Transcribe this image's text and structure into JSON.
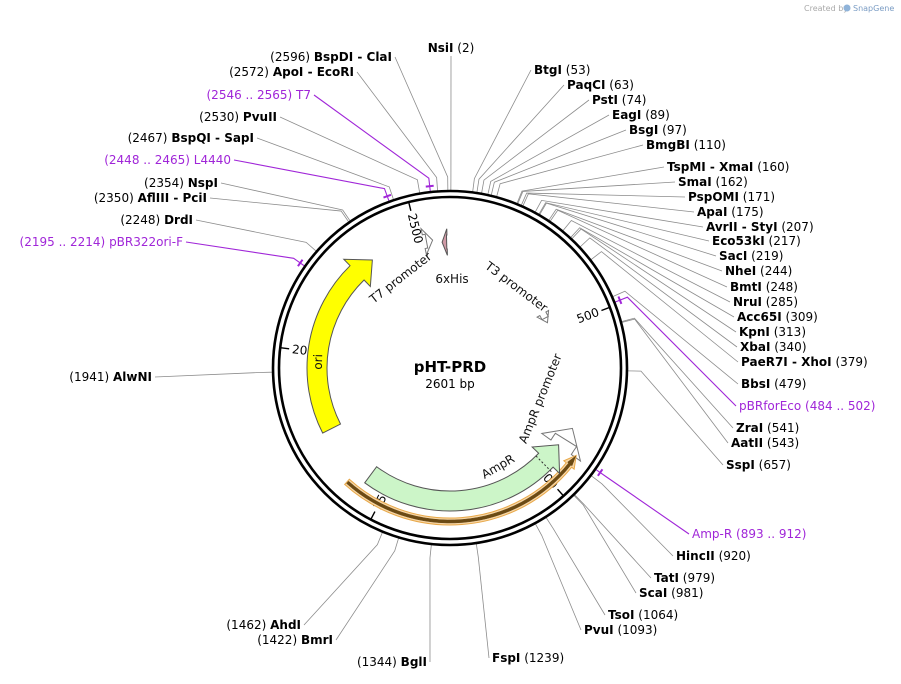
{
  "header": {
    "credit_prefix": "Created by",
    "credit_brand": "SnapGene"
  },
  "plasmid": {
    "name": "pHT-PRD",
    "size_label": "2601 bp",
    "length": 2601
  },
  "ticks": [
    {
      "pos": 500,
      "label": "500"
    },
    {
      "pos": 1000,
      "label": "1000"
    },
    {
      "pos": 1500,
      "label": "1500"
    },
    {
      "pos": 2000,
      "label": "2000"
    },
    {
      "pos": 2500,
      "label": "2500"
    }
  ],
  "features": [
    {
      "name": "T7 promoter",
      "type": "promoter",
      "start": 2529,
      "end": 2547,
      "color": "#ffffff",
      "stroke": "#777777"
    },
    {
      "name": "6xHis",
      "type": "tag",
      "start": 2590,
      "end": 2601,
      "color": "#d09aa6",
      "stroke": "#555555"
    },
    {
      "name": "T3 promoter",
      "type": "promoter",
      "start": 455,
      "end": 474,
      "color": "#ffffff",
      "stroke": "#777777"
    },
    {
      "name": "AmpR promoter",
      "type": "promoter",
      "start": 800,
      "end": 904,
      "color": "#ffffff",
      "stroke": "#777777"
    },
    {
      "name": "AmpR",
      "type": "cds",
      "start": 905,
      "end": 1565,
      "color": "#ccf5c8",
      "stroke": "#555555"
    },
    {
      "name": "ori",
      "type": "ori",
      "start": 1755,
      "end": 2343,
      "color": "#ffff00",
      "stroke": "#555555"
    }
  ],
  "sites": [
    {
      "name": "NsiI",
      "pos": 2,
      "label_pos": "(2)"
    },
    {
      "name": "BtgI",
      "pos": 53,
      "label_pos": "(53)"
    },
    {
      "name": "PaqCI",
      "pos": 63,
      "label_pos": "(63)"
    },
    {
      "name": "PstI",
      "pos": 74,
      "label_pos": "(74)"
    },
    {
      "name": "EagI",
      "pos": 89,
      "label_pos": "(89)"
    },
    {
      "name": "BsgI",
      "pos": 97,
      "label_pos": "(97)"
    },
    {
      "name": "BmgBI",
      "pos": 110,
      "label_pos": "(110)"
    },
    {
      "name": "TspMI - XmaI",
      "pos": 160,
      "label_pos": "(160)"
    },
    {
      "name": "SmaI",
      "pos": 162,
      "label_pos": "(162)"
    },
    {
      "name": "PspOMI",
      "pos": 171,
      "label_pos": "(171)"
    },
    {
      "name": "ApaI",
      "pos": 175,
      "label_pos": "(175)"
    },
    {
      "name": "AvrII - StyI",
      "pos": 207,
      "label_pos": "(207)"
    },
    {
      "name": "Eco53kI",
      "pos": 217,
      "label_pos": "(217)"
    },
    {
      "name": "SacI",
      "pos": 219,
      "label_pos": "(219)"
    },
    {
      "name": "NheI",
      "pos": 244,
      "label_pos": "(244)"
    },
    {
      "name": "BmtI",
      "pos": 248,
      "label_pos": "(248)"
    },
    {
      "name": "NruI",
      "pos": 285,
      "label_pos": "(285)"
    },
    {
      "name": "Acc65I",
      "pos": 309,
      "label_pos": "(309)"
    },
    {
      "name": "KpnI",
      "pos": 313,
      "label_pos": "(313)"
    },
    {
      "name": "XbaI",
      "pos": 340,
      "label_pos": "(340)"
    },
    {
      "name": "PaeR7I - XhoI",
      "pos": 379,
      "label_pos": "(379)"
    },
    {
      "name": "BbsI",
      "pos": 479,
      "label_pos": "(479)"
    },
    {
      "name": "pBRforEco",
      "pos": 493,
      "label_pos": "(484 .. 502)",
      "primer": true
    },
    {
      "name": "ZraI",
      "pos": 541,
      "label_pos": "(541)"
    },
    {
      "name": "AatII",
      "pos": 543,
      "label_pos": "(543)"
    },
    {
      "name": "SspI",
      "pos": 657,
      "label_pos": "(657)"
    },
    {
      "name": "Amp-R",
      "pos": 902,
      "label_pos": "(893 .. 912)",
      "primer": true
    },
    {
      "name": "HincII",
      "pos": 920,
      "label_pos": "(920)"
    },
    {
      "name": "TatI",
      "pos": 979,
      "label_pos": "(979)"
    },
    {
      "name": "ScaI",
      "pos": 981,
      "label_pos": "(981)"
    },
    {
      "name": "TsoI",
      "pos": 1064,
      "label_pos": "(1064)"
    },
    {
      "name": "PvuI",
      "pos": 1093,
      "label_pos": "(1093)"
    },
    {
      "name": "FspI",
      "pos": 1239,
      "label_pos": "(1239)"
    },
    {
      "name": "BglI",
      "pos": 1344,
      "label_pos": "(1344)"
    },
    {
      "name": "BmrI",
      "pos": 1422,
      "label_pos": "(1422)"
    },
    {
      "name": "AhdI",
      "pos": 1462,
      "label_pos": "(1462)"
    },
    {
      "name": "AlwNI",
      "pos": 1941,
      "label_pos": "(1941)"
    },
    {
      "name": "pBR322ori-F",
      "pos": 2204,
      "label_pos": "(2195 .. 2214)",
      "primer": true
    },
    {
      "name": "DrdI",
      "pos": 2248,
      "label_pos": "(2248)"
    },
    {
      "name": "AflIII - PciI",
      "pos": 2350,
      "label_pos": "(2350)"
    },
    {
      "name": "NspI",
      "pos": 2354,
      "label_pos": "(2354)"
    },
    {
      "name": "L4440",
      "pos": 2456,
      "label_pos": "(2448 .. 2465)",
      "primer": true
    },
    {
      "name": "BspQI - SapI",
      "pos": 2467,
      "label_pos": "(2467)"
    },
    {
      "name": "PvuII",
      "pos": 2530,
      "label_pos": "(2530)"
    },
    {
      "name": "T7",
      "pos": 2555,
      "label_pos": "(2546 .. 2565)",
      "primer": true
    },
    {
      "name": "ApoI - EcoRI",
      "pos": 2572,
      "label_pos": "(2572)"
    },
    {
      "name": "BspDI - ClaI",
      "pos": 2596,
      "label_pos": "(2596)"
    }
  ]
}
